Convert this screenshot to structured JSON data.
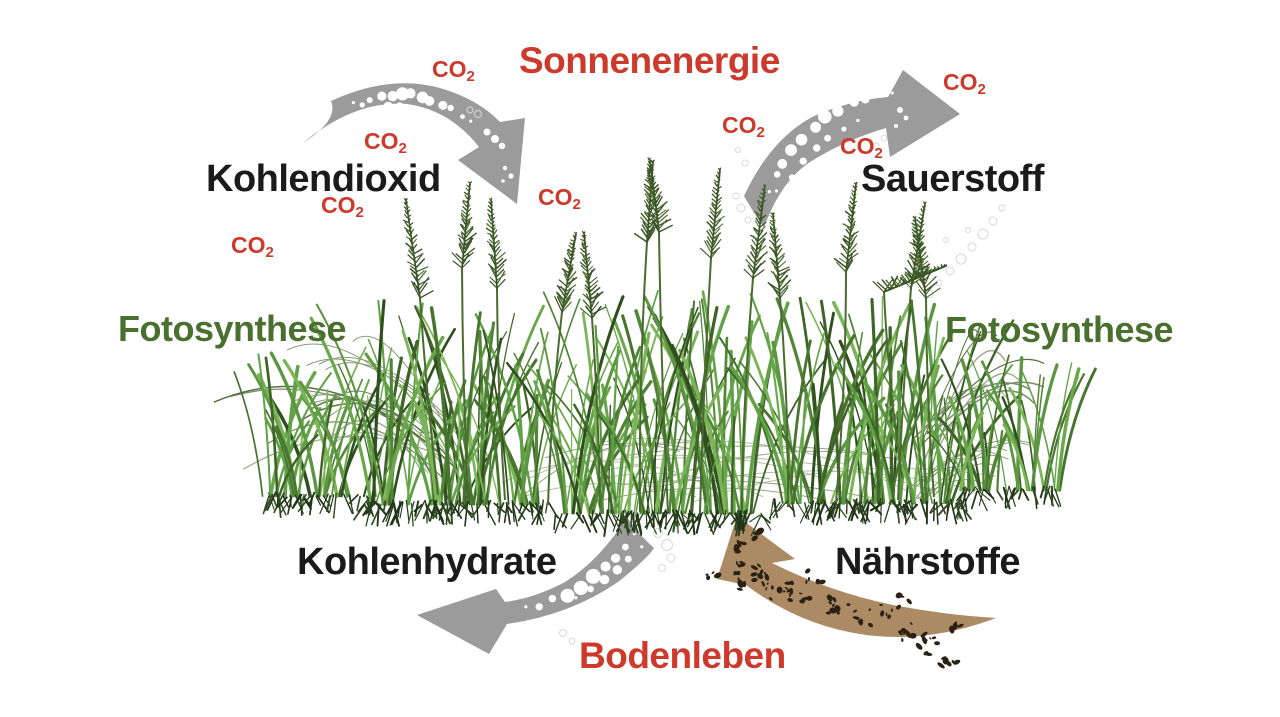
{
  "diagram": {
    "labels": {
      "sun_energy": "Sonnenenergie",
      "carbon_dioxide": "Kohlendioxid",
      "oxygen": "Sauerstoff",
      "photosynthesis_left": "Fotosynthese",
      "photosynthesis_right": "Fotosynthese",
      "carbohydrates": "Kohlenhydrate",
      "nutrients": "Nährstoffe",
      "soil_life": "Bodenleben",
      "co2_formula": "CO",
      "co2_subscript": "2"
    },
    "co2_label_count": 8,
    "colors": {
      "label_red": "#cd392b",
      "label_green": "#4a7030",
      "label_black": "#1b1b1b",
      "arrow_gray": "#9b9b9b",
      "arrow_brown": "#ac8b64",
      "speckle_dark": "#2a2013"
    },
    "arrows": [
      {
        "name": "co2-into-plant-arrow",
        "color": "gray",
        "direction": "down-right",
        "decor": "white-bubbles"
      },
      {
        "name": "oxygen-out-arrow",
        "color": "gray",
        "direction": "up-right",
        "decor": "white-bubbles"
      },
      {
        "name": "carbohydrates-to-soil-arrow",
        "color": "gray",
        "direction": "down-left",
        "decor": "white-bubbles"
      },
      {
        "name": "nutrients-into-plant-arrow",
        "color": "brown",
        "direction": "up-left",
        "decor": "dark-soil-speckles"
      }
    ],
    "illustration": "grass-tuft-center"
  }
}
